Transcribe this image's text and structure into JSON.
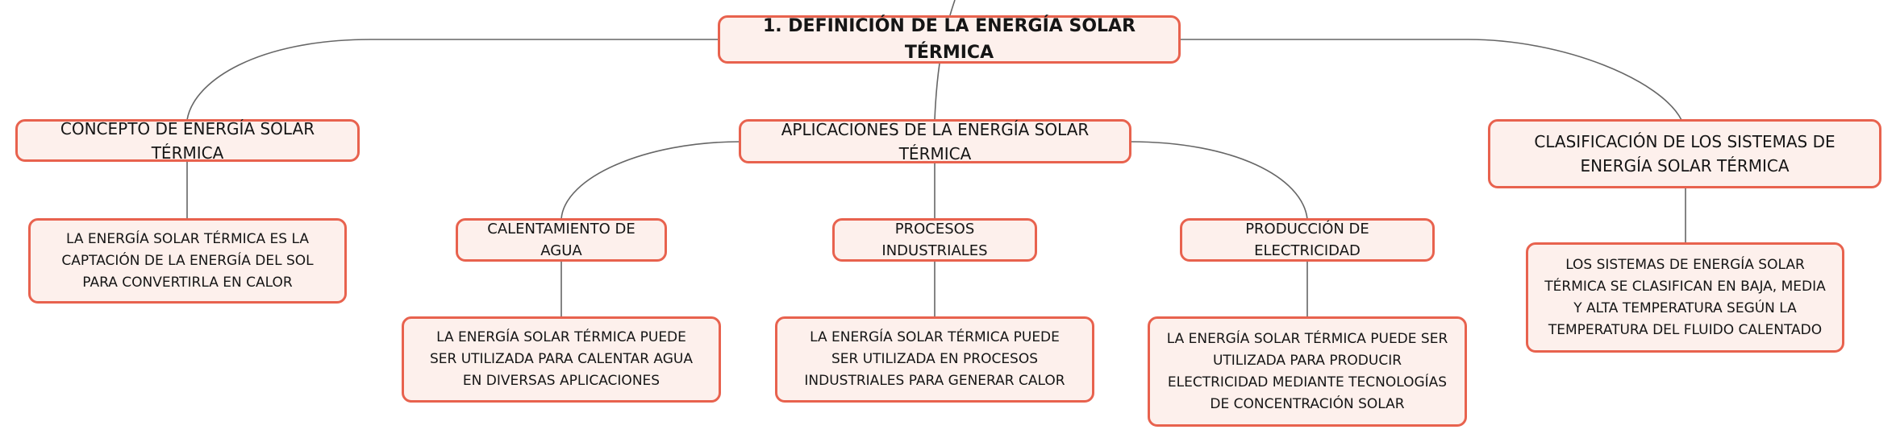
{
  "colors": {
    "node_border": "#e8624e",
    "node_fill": "#fdf0ec",
    "link": "#666666"
  },
  "map": {
    "root": "1. DEFINICIÓN DE LA ENERGÍA SOLAR TÉRMICA",
    "concepto": {
      "title": "CONCEPTO DE ENERGÍA SOLAR TÉRMICA",
      "detail": "LA ENERGÍA SOLAR TÉRMICA ES LA CAPTACIÓN DE LA ENERGÍA DEL SOL PARA CONVERTIRLA EN CALOR"
    },
    "aplicaciones": {
      "title": "APLICACIONES DE LA ENERGÍA SOLAR TÉRMICA",
      "agua": {
        "title": "CALENTAMIENTO DE AGUA",
        "detail": "LA ENERGÍA SOLAR TÉRMICA PUEDE SER UTILIZADA PARA CALENTAR AGUA EN DIVERSAS APLICACIONES"
      },
      "industriales": {
        "title": "PROCESOS INDUSTRIALES",
        "detail": "LA ENERGÍA SOLAR TÉRMICA PUEDE SER UTILIZADA EN PROCESOS INDUSTRIALES PARA GENERAR CALOR"
      },
      "electricidad": {
        "title": "PRODUCCIÓN DE ELECTRICIDAD",
        "detail": "LA ENERGÍA SOLAR TÉRMICA PUEDE SER UTILIZADA PARA PRODUCIR ELECTRICIDAD MEDIANTE TECNOLOGÍAS DE CONCENTRACIÓN SOLAR"
      }
    },
    "clasificacion": {
      "title": "CLASIFICACIÓN DE LOS SISTEMAS DE ENERGÍA SOLAR TÉRMICA",
      "detail": "LOS SISTEMAS DE ENERGÍA SOLAR TÉRMICA SE CLASIFICAN EN BAJA, MEDIA Y ALTA TEMPERATURA SEGÚN LA TEMPERATURA DEL FLUIDO CALENTADO"
    }
  }
}
